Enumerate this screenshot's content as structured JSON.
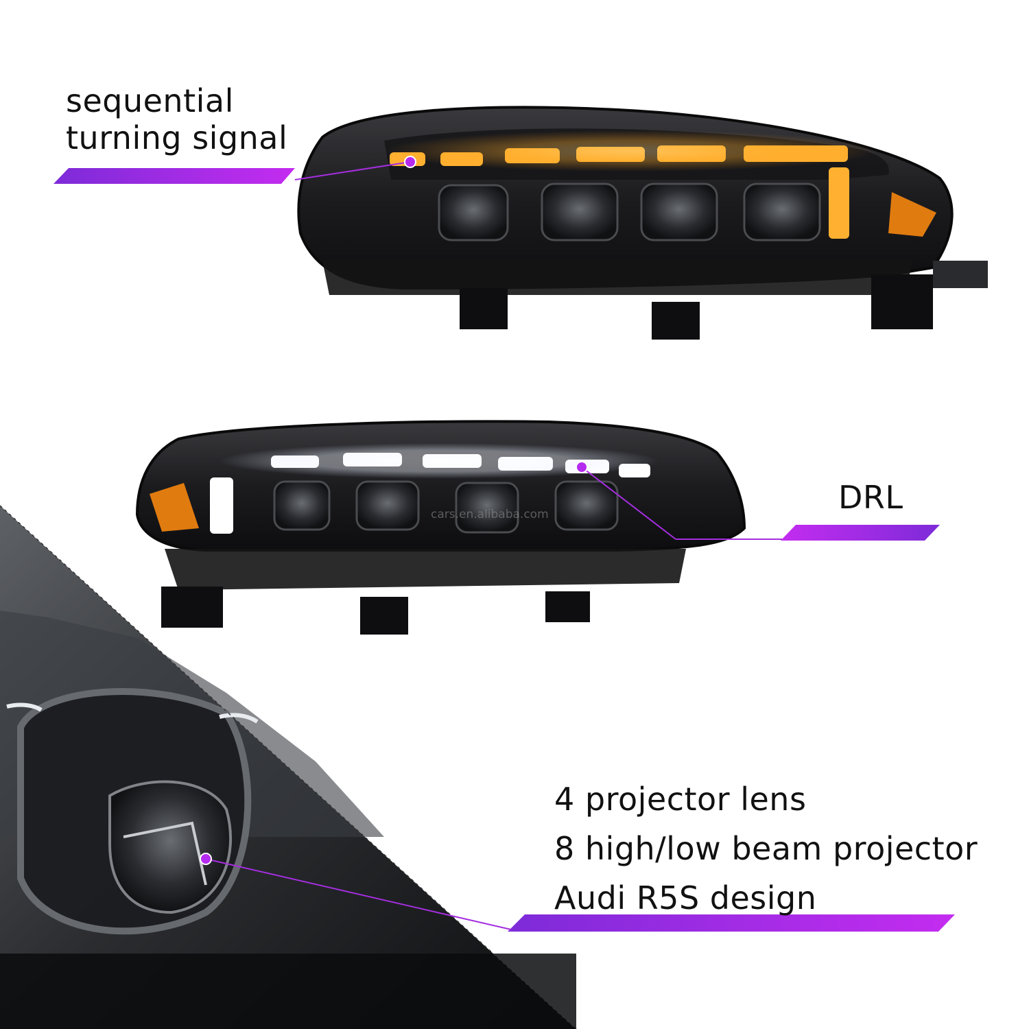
{
  "labels": {
    "turn_signal": [
      "sequential",
      "turning signal"
    ],
    "drl": "DRL",
    "lens_features": [
      "4 projector lens",
      "8 high/low beam projector",
      "Audi R5S design"
    ]
  },
  "watermark": "cars.en.alibaba.com",
  "colors": {
    "accent_purple": "#b52bef",
    "accent_violet": "#7d2bd8",
    "amber_light": "#ffb030",
    "white_light": "#ffffff",
    "housing_dark": "#1a1a1c"
  },
  "icons": [
    "pointer-dot-icon"
  ]
}
